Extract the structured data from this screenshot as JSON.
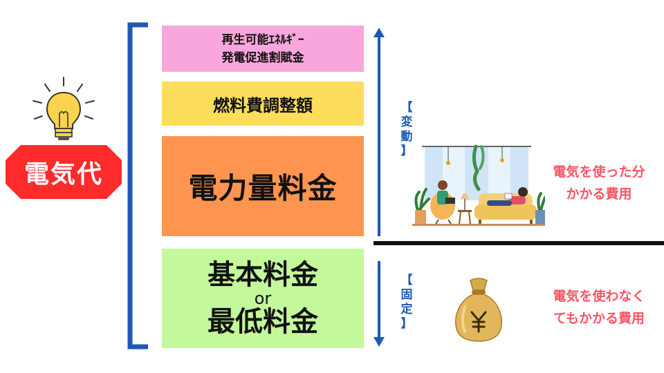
{
  "badge": {
    "label": "電気代"
  },
  "boxes": {
    "renewable_line1": "再生可能ｴﾈﾙｷﾞｰ",
    "renewable_line2": "発電促進割賦金",
    "fuel": "燃料費調整額",
    "energy": "電力量料金",
    "basic": "基本料金",
    "or": "or",
    "minimum": "最低料金"
  },
  "side_labels": {
    "variable": [
      "【",
      "変",
      "動",
      "】"
    ],
    "fixed": [
      "【",
      "固",
      "定",
      "】"
    ]
  },
  "notes": {
    "variable": [
      "電気を使った分",
      "かかる費用"
    ],
    "fixed": [
      "電気を使わなく",
      "てもかかる費用"
    ]
  },
  "icons": {
    "bulb": "lightbulb-icon",
    "money": "yen-money-bag-icon",
    "living_room": "living-room-illustration"
  },
  "colors": {
    "renewable": "#f8a6dc",
    "fuel": "#fddd5c",
    "energy": "#fd9550",
    "basic": "#c3f99b",
    "bracket": "#1e58b5",
    "badge": "#ff2a2a",
    "note": "#f85563"
  }
}
